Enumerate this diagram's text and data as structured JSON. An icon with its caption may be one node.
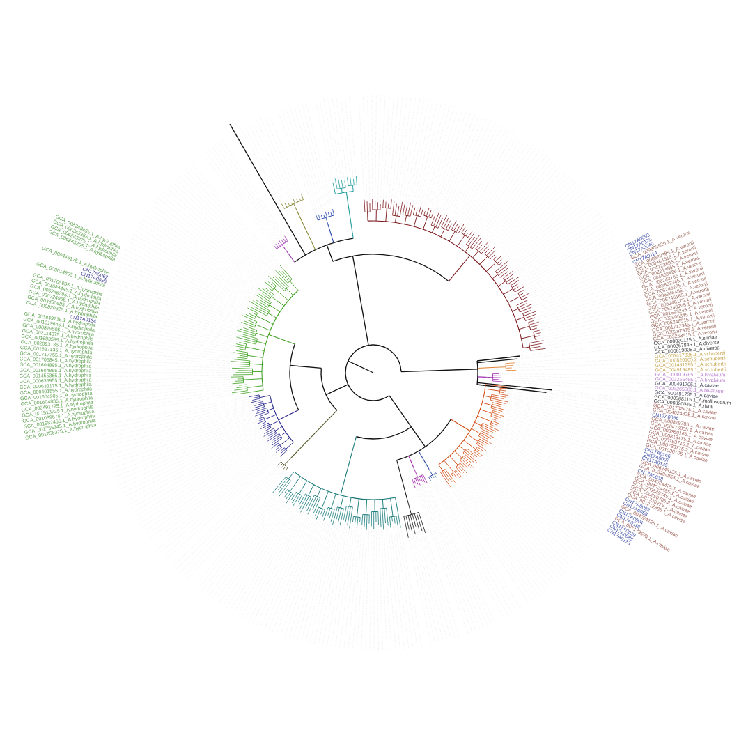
{
  "diagram": {
    "labels": [
      "CN17A0093",
      "CN17A0120",
      "CN17A0040",
      "GCA_009803925.1_A.veronii",
      "CN17A0114",
      "GCA_000820385.1_A.veronii",
      "GCA_000464515.1_A.veronii",
      "GCA_004123895.1_A.veronii",
      "GCA_002214865.1_A.veronii",
      "GCA_004803495.1_A.veronii",
      "GCA_006243165.1_A.veronii",
      "GCA_002803245.1_A.veronii",
      "GCA_006246235.1_A.veronii",
      "GCA_006246485.1_A.veronii",
      "GCA_006246165.1_A.veronii",
      "GCA_006246175.1_A.veronii",
      "GCA_006243295.1_A.veronii",
      "GCA_001593245.1_A.veronii",
      "GCA_002906845.1_A.veronii",
      "GCA_006246515.1_A.veronii",
      "GCA_001712345.1_A.veronii",
      "GCA_000297975.1_A.veronii",
      "GCA_003263415.1_A.veronii",
      "GCA_000820125.1_A.simiae",
      "GCA_000367845.1_A.diversa",
      "GCA_000819805.1_A.diversa",
      "GCA_001417335.1_A.schubertii",
      "GCA_000820105.2_A.schubertii",
      "GCA_001481295.1_A.schubertii",
      "GCA_004919485.1_A.schubertii",
      "GCA_000819765.1_A.bivalvium",
      "GCA_003265465.1_A.bivalvium",
      "GCA_900491705.1_A.caviae",
      "GCA_003265565.1_A.bivalvium",
      "GCA_900491735.1_A.caviae",
      "GCA_000388115.1_A.molluscorum",
      "GCA_000820045.1_A.rivuli",
      "GCA_001702475.1_A.caviae",
      "GCA_004024325.1_A.caviae",
      "CN17A0086",
      "GCA_000819785.1_A.caviae",
      "GCA_900476005.1_A.caviae",
      "GCA_003350165.1_A.caviae",
      "GCA_000813475.1_A.caviae",
      "GCA_000783715.2_A.caviae",
      "GCA_000783775.2_A.caviae",
      "GCA_001030105.1_A.caviae",
      "CN17A0166",
      "CN17A0007",
      "CN17A0135",
      "GCA_006243135.1_A.caviae",
      "GCA_003294855.1_A.caviae",
      "CN17A0038",
      "GCA_004024475.1_A.caviae",
      "GCA_004024495.1_A.caviae",
      "GCA_003849745.1_A.caviae",
      "GCA_000850705.2_A.caviae",
      "GCA_001730215.1_A.caviae",
      "GCA_901212305.1_A.caviae",
      "CN17A0082",
      "CN17A0058",
      "GCA_004024195.1_A.caviae",
      "CN17A0004",
      "CN17A0110",
      "GCA_007179595.1_A.caviae",
      "CN17A0029",
      "CN17A0085",
      "CN17A0173",
      "GCA_006248455.1_A.hydrophila",
      "GCA_006243365.1_A.hydrophila",
      "GCA_006243275.1_A.hydrophila",
      "GCA_006243205.1_A.hydrophila",
      "GCA_000445175.1_A.hydrophila",
      "CN17A0062",
      "CN17A0055",
      "GCA_000014805.1_A.hydrophila",
      "GCA_001705905.1_A.hydrophila",
      "GCA_001684445.1_A.hydrophila",
      "GCA_006245385.1_A.hydrophila",
      "GCA_000724965.1_A.hydrophila",
      "GCA_003850685.2_A.hydrophila",
      "GCA_000820325.1_A.hydrophila",
      "CN17A0134",
      "GCA_003849735.1_A.hydrophila",
      "GCA_001019645.1_A.hydrophila",
      "GCA_000819505.1_A.hydrophila",
      "GCA_002114075.1_A.hydrophila",
      "GCA_001683535.1_A.hydrophila",
      "GCA_002093135.1_A.hydrophila",
      "GCA_001837135.1_A.hydrophila",
      "GCA_001717755.1_A.hydrophila",
      "GCA_001705845.1_A.hydrophila",
      "GCA_001604895.1_A.hydrophila",
      "GCA_001604855.1_A.hydrophila",
      "GCA_001455365.1_A.hydrophila",
      "GCA_000635955.1_A.hydrophila",
      "GCA_000633175.1_A.hydrophila",
      "GCA_000401555.1_A.hydrophila",
      "GCA_001604905.1_A.hydrophila",
      "GCA_001604835.1_A.hydrophila",
      "GCA_003491725.1_A.hydrophila",
      "GCA_001518725.1_A.hydrophila",
      "GCA_001039675.1_A.hydrophila",
      "GCA_001982465.1_A.hydrophila",
      "GCA_001756345.1_A.hydrophila",
      "GCA_001756325.1_A.hydrophila"
    ]
  }
}
